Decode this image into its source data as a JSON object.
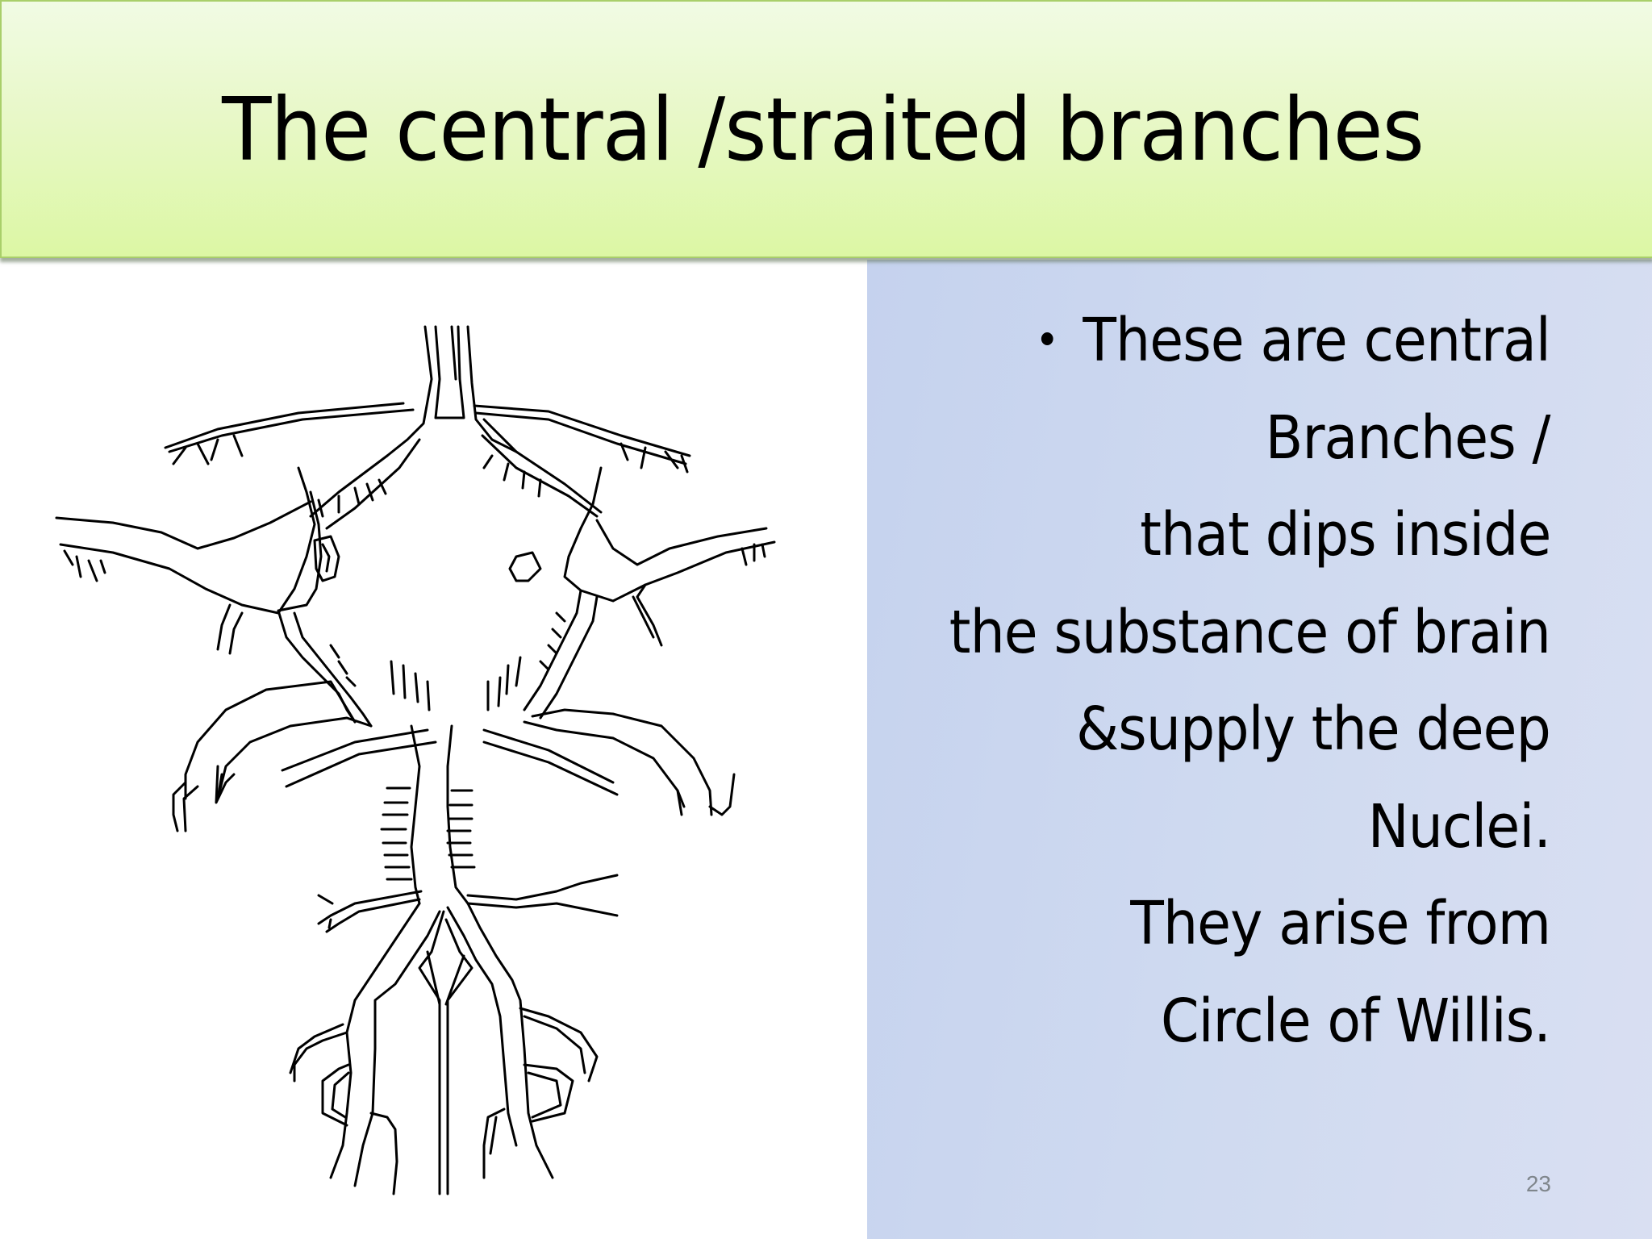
{
  "slide": {
    "title": "The central /straited branches",
    "bullet_lines": [
      "These are central",
      "Branches /",
      "that dips inside",
      "the substance of brain",
      "&supply the deep",
      "Nuclei.",
      "They arise from",
      "Circle of Willis."
    ],
    "page_number": "23",
    "figure": {
      "description": "Line drawing of the arterial circle of Willis with central (striate) branches",
      "icon": "circle-of-willis-diagram"
    },
    "colors": {
      "title_bg_top": "#f1fbe4",
      "title_bg_bottom": "#dcf7a4",
      "title_border": "#a9cf6a",
      "text_panel_bg": "#cbd6ef",
      "page_number": "#7f868c"
    }
  }
}
